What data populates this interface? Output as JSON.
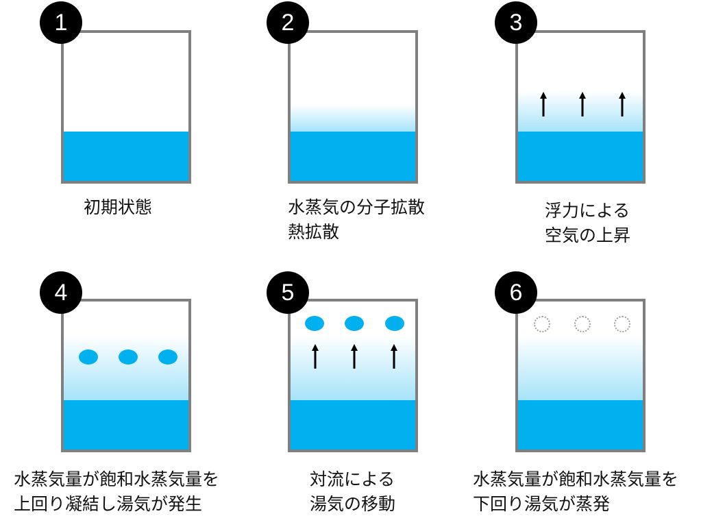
{
  "colors": {
    "water": "#00b0ef",
    "border": "#7f7f7f",
    "badge": "#000000",
    "arrow": "#000000"
  },
  "panels": [
    {
      "number": "1",
      "caption_lines": [
        "初期状態"
      ]
    },
    {
      "number": "2",
      "caption_lines": [
        "水蒸気の分子拡散",
        "熱拡散"
      ]
    },
    {
      "number": "3",
      "caption_lines": [
        "浮力による",
        "空気の上昇"
      ]
    },
    {
      "number": "4",
      "caption_lines": [
        "水蒸気量が飽和水蒸気量を",
        "上回り凝結し湯気が発生"
      ]
    },
    {
      "number": "5",
      "caption_lines": [
        "対流による",
        "湯気の移動"
      ]
    },
    {
      "number": "6",
      "caption_lines": [
        "水蒸気量が飽和水蒸気量を",
        "下回り湯気が蒸発"
      ]
    }
  ]
}
